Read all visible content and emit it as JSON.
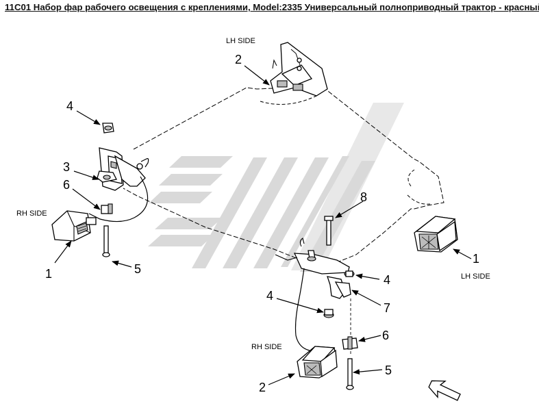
{
  "title": "11C01 Набор фар рабочего освещения с креплениями, Model:2335 Универсальный полноприводный трактор - красный",
  "labels": {
    "lh_side_top": "LH SIDE",
    "rh_side_left": "RH SIDE",
    "lh_side_right": "LH SIDE",
    "rh_side_bottom": "RH SIDE"
  },
  "callouts": {
    "c2_top": "2",
    "c4_left": "4",
    "c3_left": "3",
    "c6_left": "6",
    "c1_left": "1",
    "c5_left": "5",
    "c8_center": "8",
    "c1_right": "1",
    "c4_right": "4",
    "c4_center": "4",
    "c7_right": "7",
    "c6_bottom": "6",
    "c2_bottom": "2",
    "c5_bottom": "5"
  },
  "icons": {
    "direction_arrow": "forward-arrow-icon",
    "watermark": "brand-watermark"
  }
}
